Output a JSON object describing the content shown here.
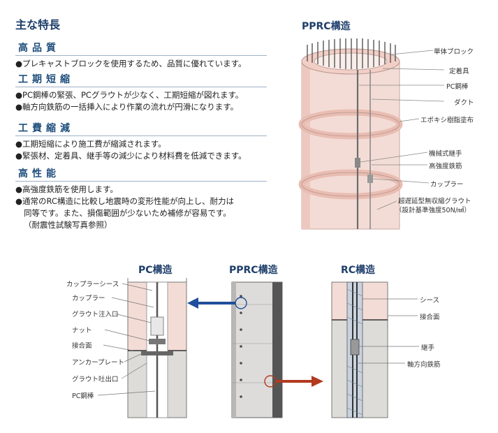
{
  "features": {
    "title": "主な特長",
    "sections": [
      {
        "heading": "高品質",
        "bullets": [
          "●プレキャストブロックを使用するため、品質に優れています。"
        ]
      },
      {
        "heading": "工期短縮",
        "bullets": [
          "●PC鋼棒の緊張、PCグラウトが少なく、工期短縮が図れます。",
          "●軸方向鉄筋の一括挿入により作業の流れが円滑になります。"
        ]
      },
      {
        "heading": "工費縮減",
        "bullets": [
          "●工期短縮により施工費が縮減されます。",
          "●緊張材、定着具、継手等の減少により材料費を低減できます。"
        ]
      },
      {
        "heading": "高性能",
        "bullets": [
          "●高強度鉄筋を使用します。",
          "●通常のRC構造に比較し地震時の変形性能が向上し、耐力は"
        ],
        "continuation": [
          "同等です。また、損傷範囲が少ないため補修が容易です。",
          "（耐震性試験写真参照）"
        ]
      }
    ]
  },
  "pprc_diagram": {
    "title": "PPRC構造",
    "labels": [
      "単体ブロック",
      "定着具",
      "PC鋼棒",
      "ダクト",
      "エポキシ樹脂塗布",
      "機械式継手",
      "高強度鉄筋",
      "カップラー",
      "超遅延型無収縮グラウト",
      "（設計基準強度50N/㎟）"
    ]
  },
  "comparison": {
    "pc_title": "PC構造",
    "pprc_title": "PPRC構造",
    "rc_title": "RC構造",
    "pc_labels": [
      "カップラーシース",
      "カップラー",
      "グラウト注入口",
      "ナット",
      "接合面",
      "アンカープレート",
      "グラウト吐出口",
      "PC鋼棒"
    ],
    "rc_labels": [
      "シース",
      "接合面",
      "継手",
      "軸方向鉄筋"
    ]
  },
  "colors": {
    "title_blue": "#1e3f6b",
    "section_blue": "#1e4e7c",
    "column_pink": "#f4d9d3",
    "ring_pink": "#f2cfc6",
    "concrete_gray": "#dcdad6",
    "arrow_blue": "#1f4f9a",
    "arrow_red": "#b23a1e"
  }
}
